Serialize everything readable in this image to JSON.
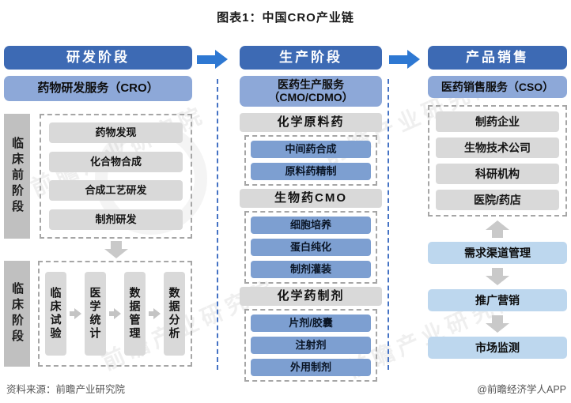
{
  "title": "图表1：中国CRO产业链",
  "watermark": "前瞻产业研究院",
  "footer": {
    "source": "资料来源：前瞻产业研究院",
    "credit": "@前瞻经济学人APP"
  },
  "colors": {
    "header_blue": "#3d6ab4",
    "sub_blue": "#8da8d8",
    "mid_blue": "#7d9fd1",
    "light_blue": "#bdd7ee",
    "arrow_blue": "#2e78d2",
    "box_gray": "#d9d9d9",
    "label_gray": "#c0c0c0"
  },
  "columns": {
    "rd": {
      "header": "研发阶段",
      "service": "药物研发服务（CRO）",
      "preclinical": {
        "label": "临床前阶段",
        "items": [
          "药物发现",
          "化合物合成",
          "合成工艺研发",
          "制剂研发"
        ]
      },
      "clinical": {
        "label": "临床阶段",
        "items": [
          "临床试验",
          "医学统计",
          "数据管理",
          "数据分析"
        ]
      }
    },
    "production": {
      "header": "生产阶段",
      "service": "医药生产服务\n（CMO/CDMO）",
      "sections": [
        {
          "title": "化学原料药",
          "items": [
            "中间药合成",
            "原料药精制"
          ]
        },
        {
          "title": "生物药CMO",
          "items": [
            "细胞培养",
            "蛋白纯化",
            "制剂灌装"
          ]
        },
        {
          "title": "化学药制剂",
          "items": [
            "片剂/胶囊",
            "注射剂",
            "外用制剂"
          ]
        }
      ]
    },
    "sales": {
      "header": "产品销售",
      "service": "医药销售服务（CSO）",
      "customers": [
        "制药企业",
        "生物技术公司",
        "科研机构",
        "医院/药店"
      ],
      "flow": [
        "需求渠道管理",
        "推广营销",
        "市场监测"
      ]
    }
  }
}
